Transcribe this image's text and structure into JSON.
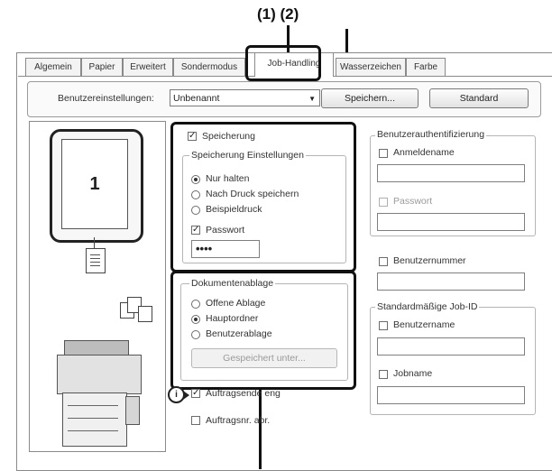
{
  "callouts": {
    "top": "(1) (2)"
  },
  "tabs": [
    {
      "label": "Algemein"
    },
    {
      "label": "Papier"
    },
    {
      "label": "Erweitert"
    },
    {
      "label": "Sondermodus"
    },
    {
      "label": "Job-Handling",
      "active": true
    },
    {
      "label": "Wasserzeichen"
    },
    {
      "label": "Farbe"
    }
  ],
  "user_settings": {
    "label": "Benutzereinstellungen:",
    "value": "Unbenannt",
    "save_button": "Speichern...",
    "default_button": "Standard"
  },
  "preview": {
    "page_number": "1"
  },
  "storage": {
    "checkbox_label": "Speicherung",
    "checked": true,
    "group_title": "Speicherung Einstellungen",
    "options": [
      "Nur halten",
      "Nach Druck speichern",
      "Beispieldruck"
    ],
    "selected_index": 0,
    "password_label": "Passwort",
    "password_checked": true,
    "password_value": "••••"
  },
  "filing": {
    "group_title": "Dokumentenablage",
    "options": [
      "Offene Ablage",
      "Hauptordner",
      "Benutzerablage"
    ],
    "selected_index": 1,
    "save_as_button": "Gespeichert unter..."
  },
  "bottom": {
    "job_end_label": "Auftragsende eng",
    "job_end_checked": true,
    "job_num_label": "Auftragsnr. abr."
  },
  "auth": {
    "group_title": "Benutzerauthentifizierung",
    "login_label": "Anmeldename",
    "password_label": "Passwort",
    "user_number_label": "Benutzernummer"
  },
  "job_id": {
    "group_title": "Standardmäßige Job-ID",
    "username_label": "Benutzername",
    "jobname_label": "Jobname"
  }
}
